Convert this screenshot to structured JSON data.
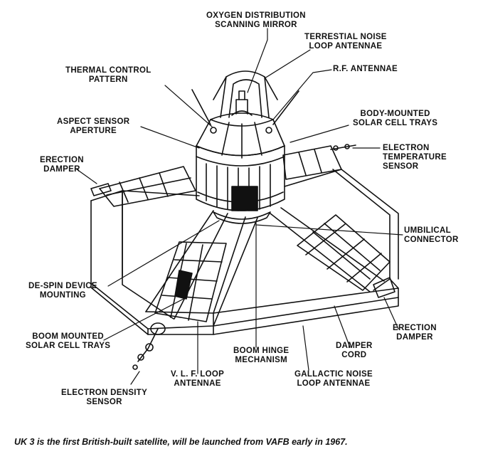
{
  "labels": {
    "oxygen_mirror": [
      "OXYGEN DISTRIBUTION",
      "SCANNING MIRROR"
    ],
    "terrestial_noise": [
      "TERRESTIAL NOISE",
      "LOOP ANTENNAE"
    ],
    "rf_antennae": [
      "R.F. ANTENNAE"
    ],
    "thermal_control": [
      "THERMAL CONTROL",
      "PATTERN"
    ],
    "body_solar": [
      "BODY-MOUNTED",
      "SOLAR CELL TRAYS"
    ],
    "aspect_sensor": [
      "ASPECT SENSOR",
      "APERTURE"
    ],
    "electron_temp": [
      "ELECTRON",
      "TEMPERATURE",
      "SENSOR"
    ],
    "erection_damper_left": [
      "ERECTION",
      "DAMPER"
    ],
    "umbilical": [
      "UMBILICAL",
      "CONNECTOR"
    ],
    "despin": [
      "DE-SPIN DEVICE",
      "MOUNTING"
    ],
    "erection_damper_right": [
      "ERECTION",
      "DAMPER"
    ],
    "boom_solar": [
      "BOOM MOUNTED",
      "SOLAR CELL TRAYS"
    ],
    "boom_hinge": [
      "BOOM HINGE",
      "MECHANISM"
    ],
    "damper_cord": [
      "DAMPER",
      "CORD"
    ],
    "vlf_loop": [
      "V. L. F. LOOP",
      "ANTENNAE"
    ],
    "gallactic_noise": [
      "GALLACTIC NOISE",
      "LOOP ANTENNAE"
    ],
    "electron_density": [
      "ELECTRON DENSITY",
      "SENSOR"
    ]
  },
  "caption": "UK 3 is the first British-built satellite, will be launched from VAFB early in 1967."
}
